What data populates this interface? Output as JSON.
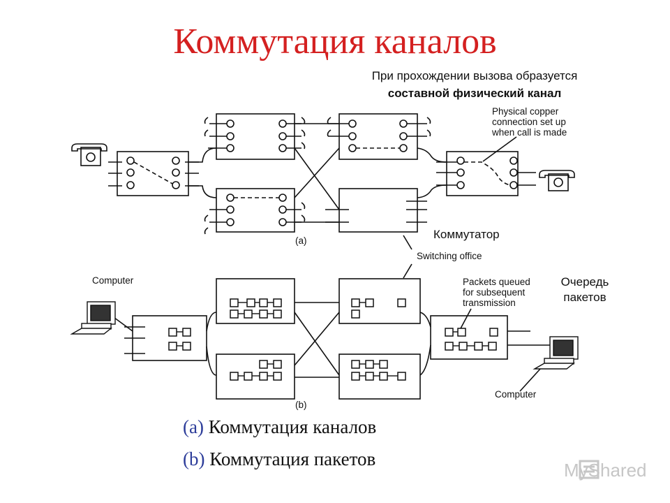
{
  "title": "Коммутация каналов",
  "subtitle": {
    "line1": "При прохождении вызова образуется",
    "line2": "составной физический канал"
  },
  "labels": {
    "physical_copper": [
      "Physical copper",
      "connection set up",
      "when call is made"
    ],
    "a_marker": "(a)",
    "b_marker": "(b)",
    "switching_office": "Switching office",
    "computer_left": "Computer",
    "computer_right": "Computer",
    "packets_queued": [
      "Packets queued",
      "for subsequent",
      "transmission"
    ],
    "kommutator": "Коммутатор",
    "ochered": [
      "Очередь",
      "пакетов"
    ]
  },
  "captions": {
    "a_tag": "(a)",
    "a_text": "Коммутация каналов",
    "b_tag": "(b)",
    "b_text": "Коммутация пакетов"
  },
  "watermark": {
    "text": "MyShared"
  },
  "colors": {
    "title": "#d42020",
    "caption_tag": "#2d3d9a",
    "lines": "#111111",
    "watermark": "#c6c6c6"
  }
}
